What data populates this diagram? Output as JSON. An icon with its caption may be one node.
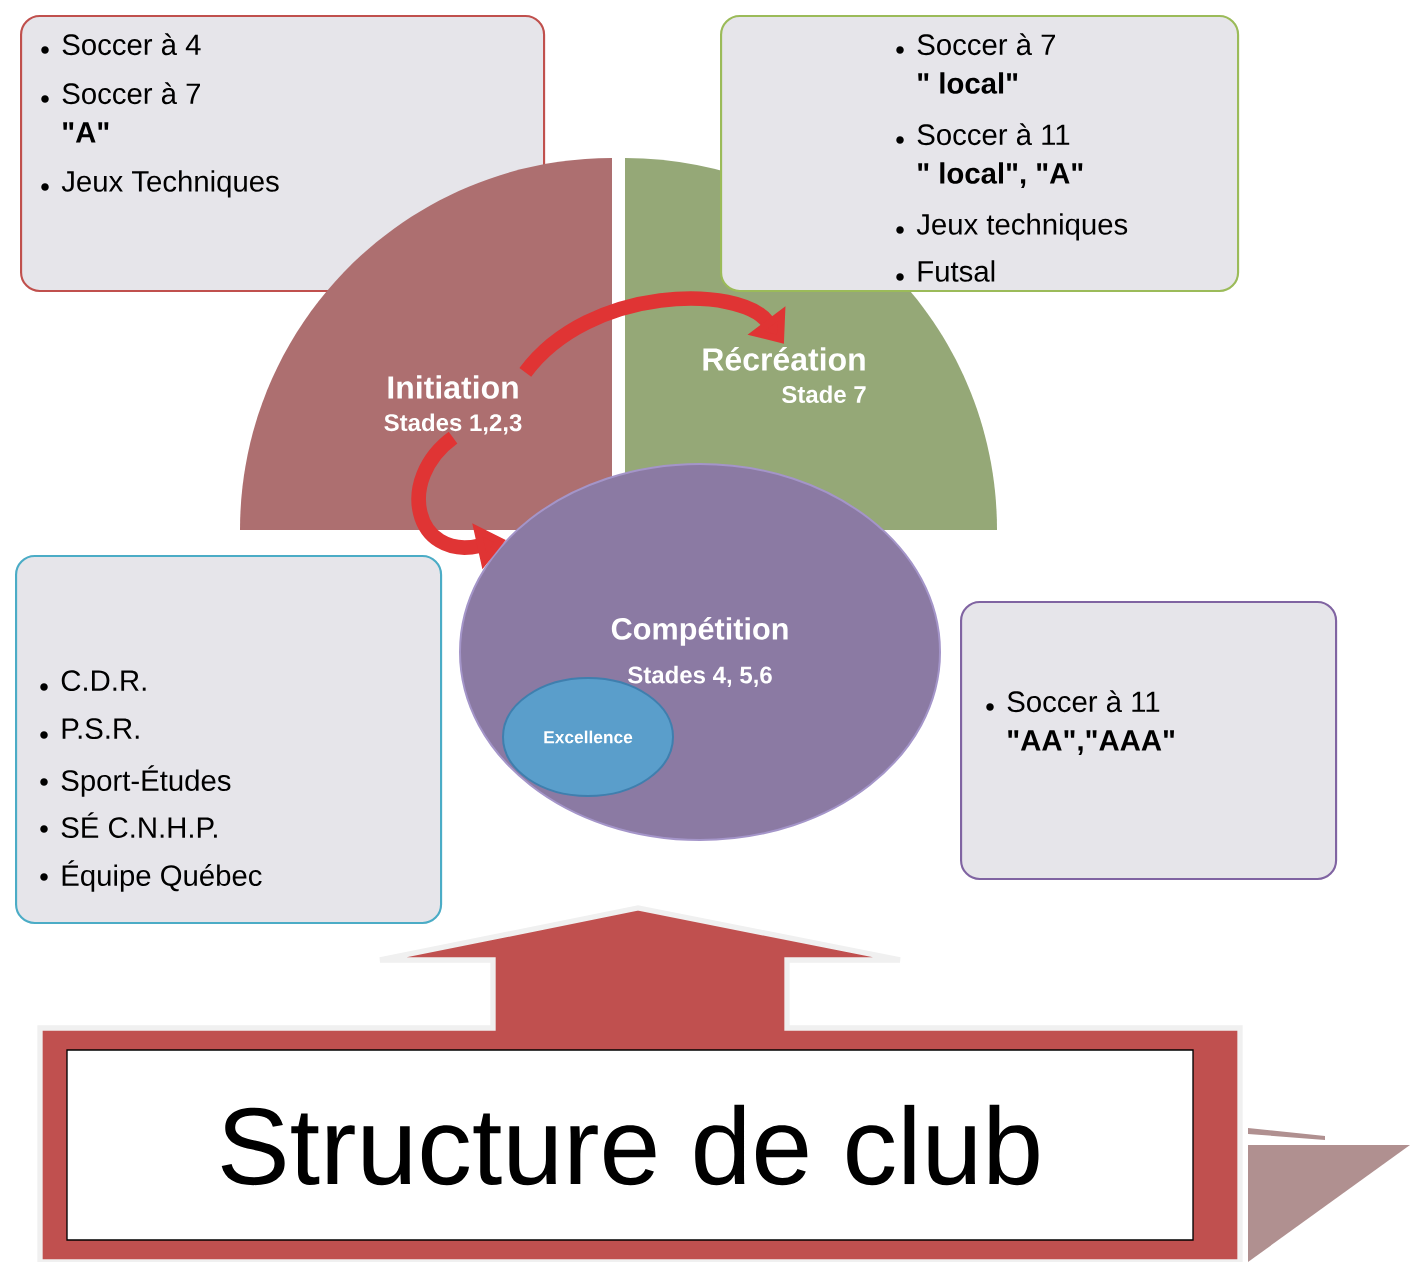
{
  "diagram": {
    "nodes": [
      {
        "text": [
          "Soccer à 4",
          "Soccer à 7 **\"A\"**",
          "Jeux Techniques"
        ]
      },
      {
        "text": [
          "Soccer à 7 **\" local\"**",
          "Soccer à 11 **\" local\", \"A\"**",
          "Jeux techniques",
          "Futsal"
        ]
      },
      {
        "text": [
          "Initiation",
          "Stades 1,2,3"
        ]
      },
      {
        "text": [
          "Récréation",
          "Stade 7"
        ]
      },
      {
        "text": [
          "C.D.R.",
          "P.S.R.",
          "Sport-Études",
          "SÉ C.N.H.P.",
          "Équipe Québec"
        ]
      },
      {
        "text": [
          "Compétition",
          "Stades 4, 5,6"
        ]
      },
      {
        "text": [
          "Excellence"
        ],
        "in": 5
      },
      {
        "text": [
          "Soccer à 11 **\"AA\",\"AAA\"**"
        ]
      },
      {
        "text": [
          "Structure de club"
        ]
      }
    ],
    "edges": [
      {
        "from": 2,
        "to": 3,
        "arrow": "to"
      },
      {
        "from": 2,
        "to": 5,
        "arrow": "to"
      }
    ]
  }
}
